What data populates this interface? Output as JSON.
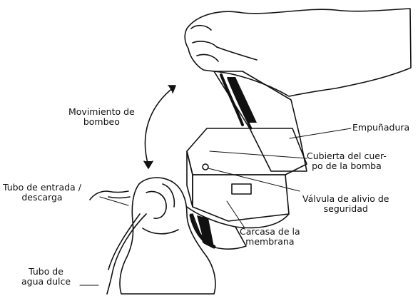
{
  "labels": {
    "movimiento": [
      "Movimiento de",
      "bombeo"
    ],
    "empunadura": "Empuñadura",
    "cubierta": [
      "Cubierta del cuer-",
      "po de la bomba"
    ],
    "tubo_entrada": [
      "Tubo de entrada /",
      "descarga"
    ],
    "valvula": [
      "Válvula de alivio de",
      "seguridad"
    ],
    "carcasa": [
      "Carcasa de la",
      "membrana"
    ],
    "tubo_agua": [
      "Tubo de",
      "agua dulce"
    ]
  },
  "colors": {
    "ink": "#111111",
    "paper": "#ffffff"
  }
}
